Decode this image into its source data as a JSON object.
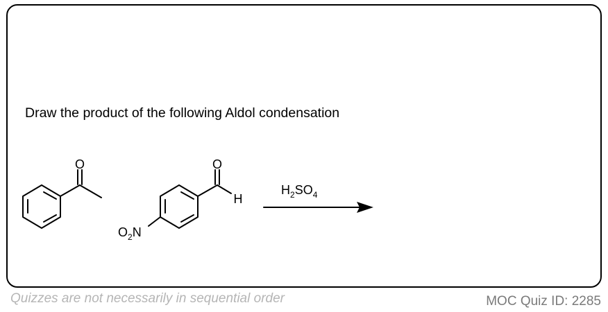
{
  "question": "Draw the product of the following Aldol condensation",
  "reactant1": {
    "name": "acetophenone",
    "oxygen_label": "O"
  },
  "reactant2": {
    "name": "4-nitrobenzaldehyde",
    "oxygen_label": "O",
    "hydrogen_label": "H",
    "nitro_label": {
      "main": "O",
      "sub": "2",
      "tail": "N"
    }
  },
  "reagent": {
    "main": "H",
    "sub1": "2",
    "mid": "SO",
    "sub2": "4"
  },
  "footer_note": "Quizzes are not necessarily in sequential order",
  "quiz_id": "MOC Quiz ID: 2285"
}
